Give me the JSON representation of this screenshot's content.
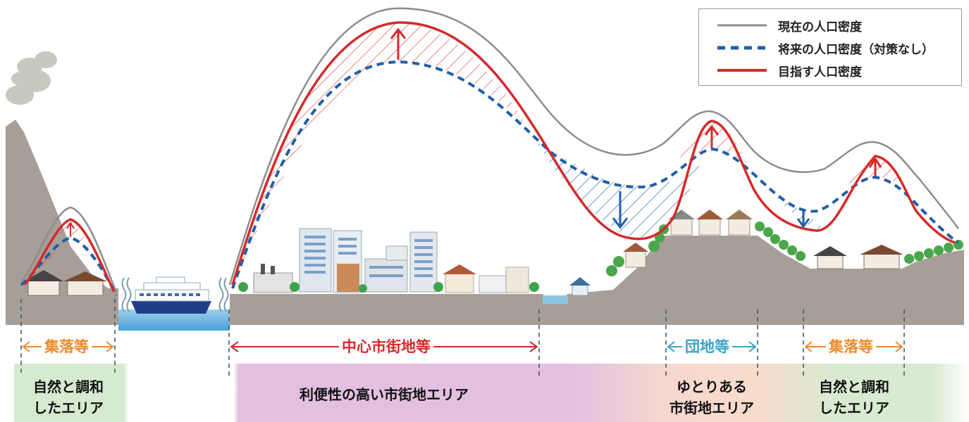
{
  "legend": {
    "current": "現在の人口密度",
    "future_no_measures": "将来の人口密度（対策なし）",
    "target": "目指す人口密度"
  },
  "zones": {
    "settlement_left": "集落等",
    "city_center": "中心市街地等",
    "housing_estate": "団地等",
    "settlement_right": "集落等"
  },
  "areas": {
    "nature_left_line1": "自然と調和",
    "nature_left_line2": "したエリア",
    "convenient": "利便性の高い市街地エリア",
    "relaxed_line1": "ゆとりある",
    "relaxed_line2": "市街地エリア",
    "nature_right_line1": "自然と調和",
    "nature_right_line2": "したエリア"
  },
  "colors": {
    "current": "#8c8c8c",
    "future": "#1f5fa8",
    "target": "#d42a2a",
    "orange": "#ee8a2a",
    "teal": "#3aa3c8",
    "ground": "#a79e98",
    "green_band": "#d3e8cc",
    "pink_band": "#e6c3e2",
    "peach_band": "#f5d9cc"
  }
}
